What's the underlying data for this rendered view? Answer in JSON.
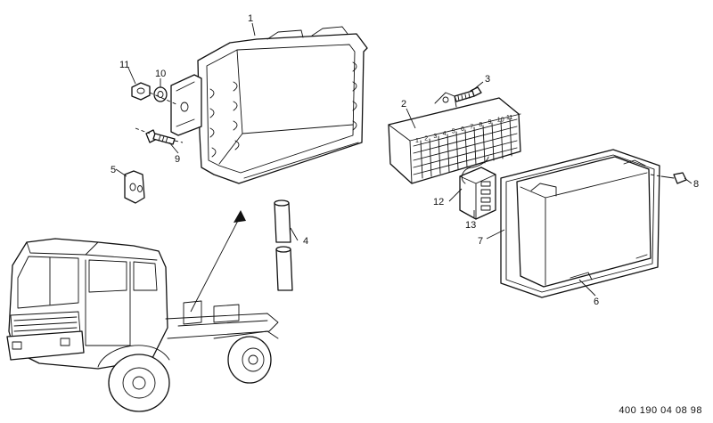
{
  "callouts": {
    "c1": "1",
    "c2": "2",
    "c3": "3",
    "c4": "4",
    "c5": "5",
    "c6": "6",
    "c7": "7",
    "c8": "8",
    "c9": "9",
    "c10": "10",
    "c11": "11",
    "c12": "12",
    "c13": "13"
  },
  "connector_pins": [
    "1",
    "2",
    "3",
    "4",
    "5",
    "6",
    "7",
    "8",
    "9",
    "10",
    "11"
  ],
  "reference_number": "400 190 04 08 98"
}
